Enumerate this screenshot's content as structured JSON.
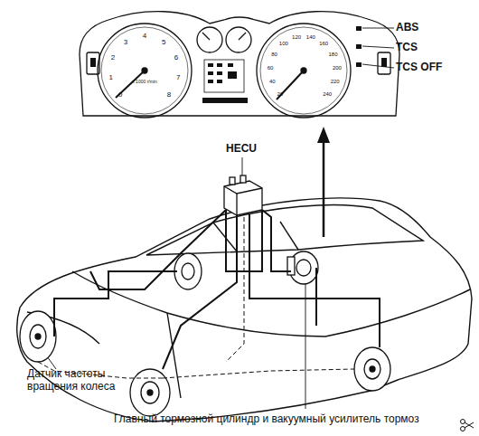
{
  "diagram": {
    "labels": [
      "ABS",
      "TCS",
      "TCS OFF",
      "HECU",
      "Датчик частоты вращения колеса",
      "Главный тормозной цилиндр и вакуумный усилитель тормоз",
      "x 1000 r/min",
      "0",
      "1",
      "2",
      "3",
      "4",
      "5",
      "6",
      "7",
      "8",
      "20",
      "40",
      "60",
      "80",
      "100",
      "120",
      "140",
      "160",
      "180",
      "200",
      "220",
      "240"
    ]
  }
}
